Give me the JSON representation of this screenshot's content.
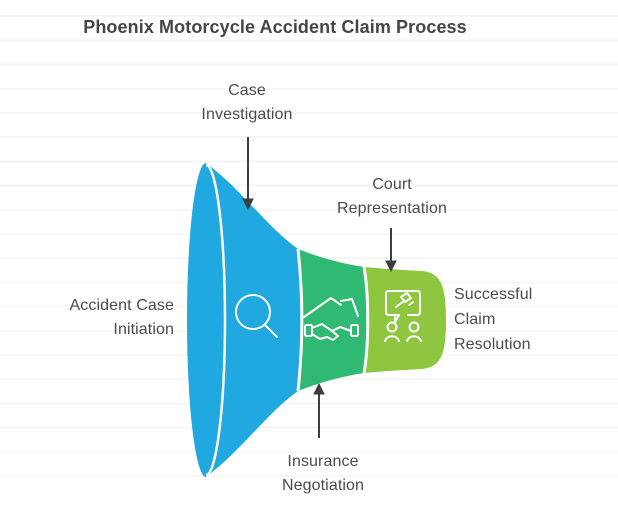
{
  "title": "Phoenix Motorcycle Accident Claim Process",
  "diagram_type": "horizontal-funnel",
  "colors": {
    "segment_investigation": "#20A9E0",
    "segment_negotiation": "#30B973",
    "segment_court": "#8EC63F",
    "separator": "#ffffff",
    "text": "#4b4b4b",
    "arrow": "#3d3d3d",
    "background": "#ffffff",
    "gridline": "#f6f6f6"
  },
  "steps": [
    {
      "label": "Accident Case\nInitiation",
      "position": "left-of-funnel"
    },
    {
      "label": "Case\nInvestigation",
      "position": "top",
      "segment_color": "#20A9E0",
      "icon": "magnifier-icon"
    },
    {
      "label": "Insurance\nNegotiation",
      "position": "bottom",
      "segment_color": "#30B973",
      "icon": "house-handshake-icon"
    },
    {
      "label": "Court\nRepresentation",
      "position": "top",
      "segment_color": "#8EC63F",
      "icon": "people-gavel-chat-icon"
    },
    {
      "label": "Successful\nClaim\nResolution",
      "position": "right-of-funnel"
    }
  ]
}
